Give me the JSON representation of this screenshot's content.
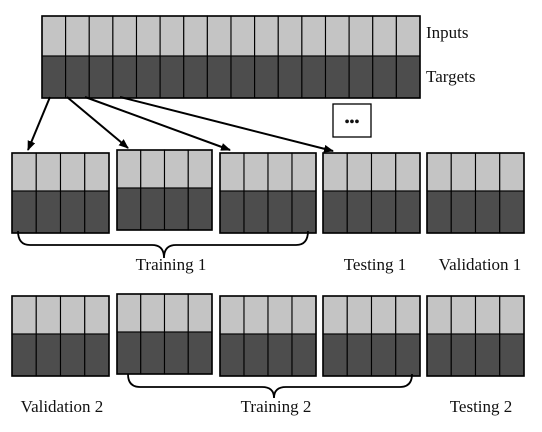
{
  "colors": {
    "input_cell": "#c4c4c4",
    "target_cell": "#4d4d4d",
    "border": "#000000",
    "background": "#ffffff"
  },
  "dataset": {
    "cells": 16,
    "inputs_label": "Inputs",
    "targets_label": "Targets"
  },
  "ellipsis": "•••",
  "folds": [
    {
      "blocks": 5,
      "cells_per_block": 4,
      "brace_label": "Training 1",
      "labels": [
        "Testing 1",
        "Validation 1"
      ]
    },
    {
      "blocks": 5,
      "cells_per_block": 4,
      "brace_label": "Training 2",
      "labels": [
        "Validation 2",
        "Testing 2"
      ]
    }
  ]
}
